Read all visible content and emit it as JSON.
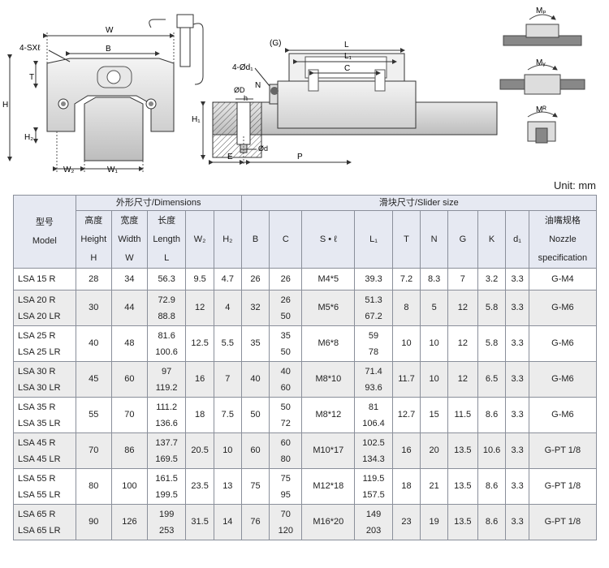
{
  "drawings": {
    "front": {
      "W": "W",
      "B": "B",
      "sx": "4-SXℓ",
      "T": "T",
      "H": "H",
      "H2": "H₂",
      "W2": "W₂",
      "W1": "W₁"
    },
    "side": {
      "G": "(G)",
      "L": "L",
      "L1": "L₁",
      "C": "C",
      "d1": "4-Ød₁",
      "D": "ØD",
      "N": "N",
      "h": "h",
      "H1": "H₁",
      "d": "Ød",
      "E": "E",
      "P": "P"
    },
    "moments": {
      "MP": "Mₚ",
      "MY": "Mᵧ",
      "MR": "Mᴿ"
    }
  },
  "unit_label": "Unit:  mm",
  "table": {
    "group_dimensions": "外形尺寸/Dimensions",
    "group_slider": "滑块尺寸/Slider size",
    "headers": {
      "model": [
        "型号",
        "Model"
      ],
      "height": [
        "高度",
        "Height",
        "H"
      ],
      "width": [
        "宽度",
        "Width",
        "W"
      ],
      "length": [
        "长度",
        "Length",
        "L"
      ],
      "w2": "W₂",
      "h2": "H₂",
      "b": "B",
      "c": "C",
      "sl": "S • ℓ",
      "l1": "L₁",
      "t": "T",
      "n": "N",
      "g": "G",
      "k": "K",
      "d1": "d₁",
      "nozzle": [
        "油嘴规格",
        "Nozzle",
        "specification"
      ]
    },
    "rows": [
      {
        "model": [
          "LSA 15 R"
        ],
        "H": "28",
        "W": "34",
        "L": [
          "56.3"
        ],
        "W2": "9.5",
        "H2": "4.7",
        "B": "26",
        "C": [
          "26"
        ],
        "SL": "M4*5",
        "L1": [
          "39.3"
        ],
        "T": "7.2",
        "N": "8.3",
        "G": "7",
        "K": "3.2",
        "d1": "3.3",
        "nozzle": "G-M4"
      },
      {
        "model": [
          "LSA 20 R",
          "LSA 20 LR"
        ],
        "H": "30",
        "W": "44",
        "L": [
          "72.9",
          "88.8"
        ],
        "W2": "12",
        "H2": "4",
        "B": "32",
        "C": [
          "26",
          "50"
        ],
        "SL": "M5*6",
        "L1": [
          "51.3",
          "67.2"
        ],
        "T": "8",
        "N": "5",
        "G": "12",
        "K": "5.8",
        "d1": "3.3",
        "nozzle": "G-M6"
      },
      {
        "model": [
          "LSA 25 R",
          "LSA 25 LR"
        ],
        "H": "40",
        "W": "48",
        "L": [
          "81.6",
          "100.6"
        ],
        "W2": "12.5",
        "H2": "5.5",
        "B": "35",
        "C": [
          "35",
          "50"
        ],
        "SL": "M6*8",
        "L1": [
          "59",
          "78"
        ],
        "T": "10",
        "N": "10",
        "G": "12",
        "K": "5.8",
        "d1": "3.3",
        "nozzle": "G-M6"
      },
      {
        "model": [
          "LSA 30 R",
          "LSA 30 LR"
        ],
        "H": "45",
        "W": "60",
        "L": [
          "97",
          "119.2"
        ],
        "W2": "16",
        "H2": "7",
        "B": "40",
        "C": [
          "40",
          "60"
        ],
        "SL": "M8*10",
        "L1": [
          "71.4",
          "93.6"
        ],
        "T": "11.7",
        "N": "10",
        "G": "12",
        "K": "6.5",
        "d1": "3.3",
        "nozzle": "G-M6"
      },
      {
        "model": [
          "LSA 35 R",
          "LSA 35 LR"
        ],
        "H": "55",
        "W": "70",
        "L": [
          "111.2",
          "136.6"
        ],
        "W2": "18",
        "H2": "7.5",
        "B": "50",
        "C": [
          "50",
          "72"
        ],
        "SL": "M8*12",
        "L1": [
          "81",
          "106.4"
        ],
        "T": "12.7",
        "N": "15",
        "G": "11.5",
        "K": "8.6",
        "d1": "3.3",
        "nozzle": "G-M6"
      },
      {
        "model": [
          "LSA 45 R",
          "LSA 45 LR"
        ],
        "H": "70",
        "W": "86",
        "L": [
          "137.7",
          "169.5"
        ],
        "W2": "20.5",
        "H2": "10",
        "B": "60",
        "C": [
          "60",
          "80"
        ],
        "SL": "M10*17",
        "L1": [
          "102.5",
          "134.3"
        ],
        "T": "16",
        "N": "20",
        "G": "13.5",
        "K": "10.6",
        "d1": "3.3",
        "nozzle": "G-PT 1/8"
      },
      {
        "model": [
          "LSA 55 R",
          "LSA 55 LR"
        ],
        "H": "80",
        "W": "100",
        "L": [
          "161.5",
          "199.5"
        ],
        "W2": "23.5",
        "H2": "13",
        "B": "75",
        "C": [
          "75",
          "95"
        ],
        "SL": "M12*18",
        "L1": [
          "119.5",
          "157.5"
        ],
        "T": "18",
        "N": "21",
        "G": "13.5",
        "K": "8.6",
        "d1": "3.3",
        "nozzle": "G-PT 1/8"
      },
      {
        "model": [
          "LSA 65 R",
          "LSA 65 LR"
        ],
        "H": "90",
        "W": "126",
        "L": [
          "199",
          "253"
        ],
        "W2": "31.5",
        "H2": "14",
        "B": "76",
        "C": [
          "70",
          "120"
        ],
        "SL": "M16*20",
        "L1": [
          "149",
          "203"
        ],
        "T": "23",
        "N": "19",
        "G": "13.5",
        "K": "8.6",
        "d1": "3.3",
        "nozzle": "G-PT 1/8"
      }
    ]
  }
}
